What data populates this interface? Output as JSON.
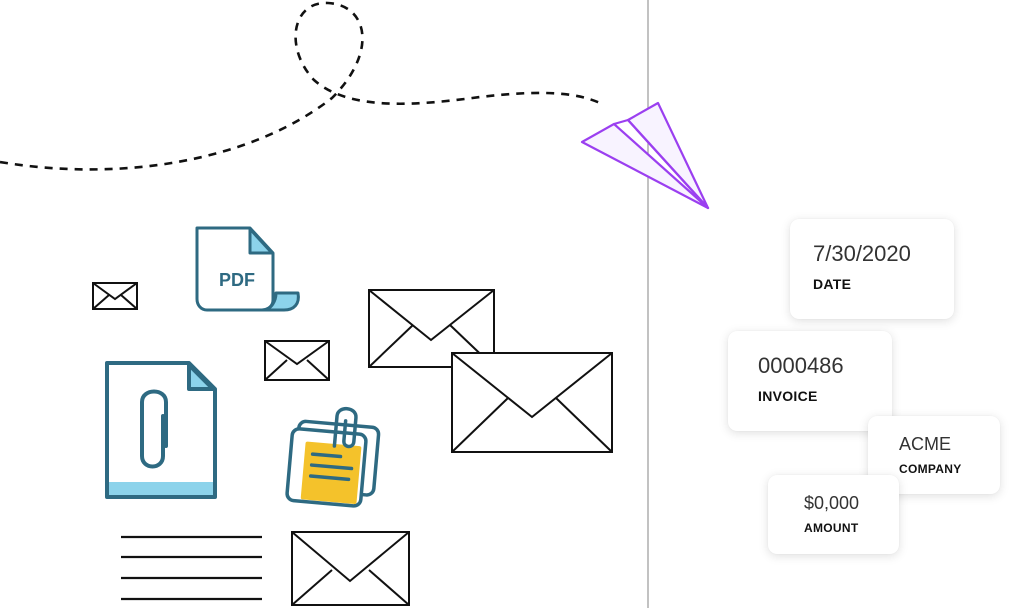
{
  "icons": {
    "pdf": "pdf-file-icon",
    "attachment": "attachment-file-icon",
    "note": "clipped-note-icon",
    "mail": "envelope-icon",
    "plane": "paper-plane-icon"
  },
  "pdf_label": "PDF",
  "colors": {
    "teal": "#2E6A82",
    "light_blue": "#8CD3EB",
    "note_yellow": "#F4C22B",
    "plane_purple": "#9B3FF0",
    "ink": "#111111"
  },
  "fields": {
    "date": {
      "value": "7/30/2020",
      "label": "DATE"
    },
    "invoice": {
      "value": "0000486",
      "label": "INVOICE"
    },
    "company": {
      "value": "ACME",
      "label": "COMPANY"
    },
    "amount": {
      "value": "$0,000",
      "label": "AMOUNT"
    }
  }
}
